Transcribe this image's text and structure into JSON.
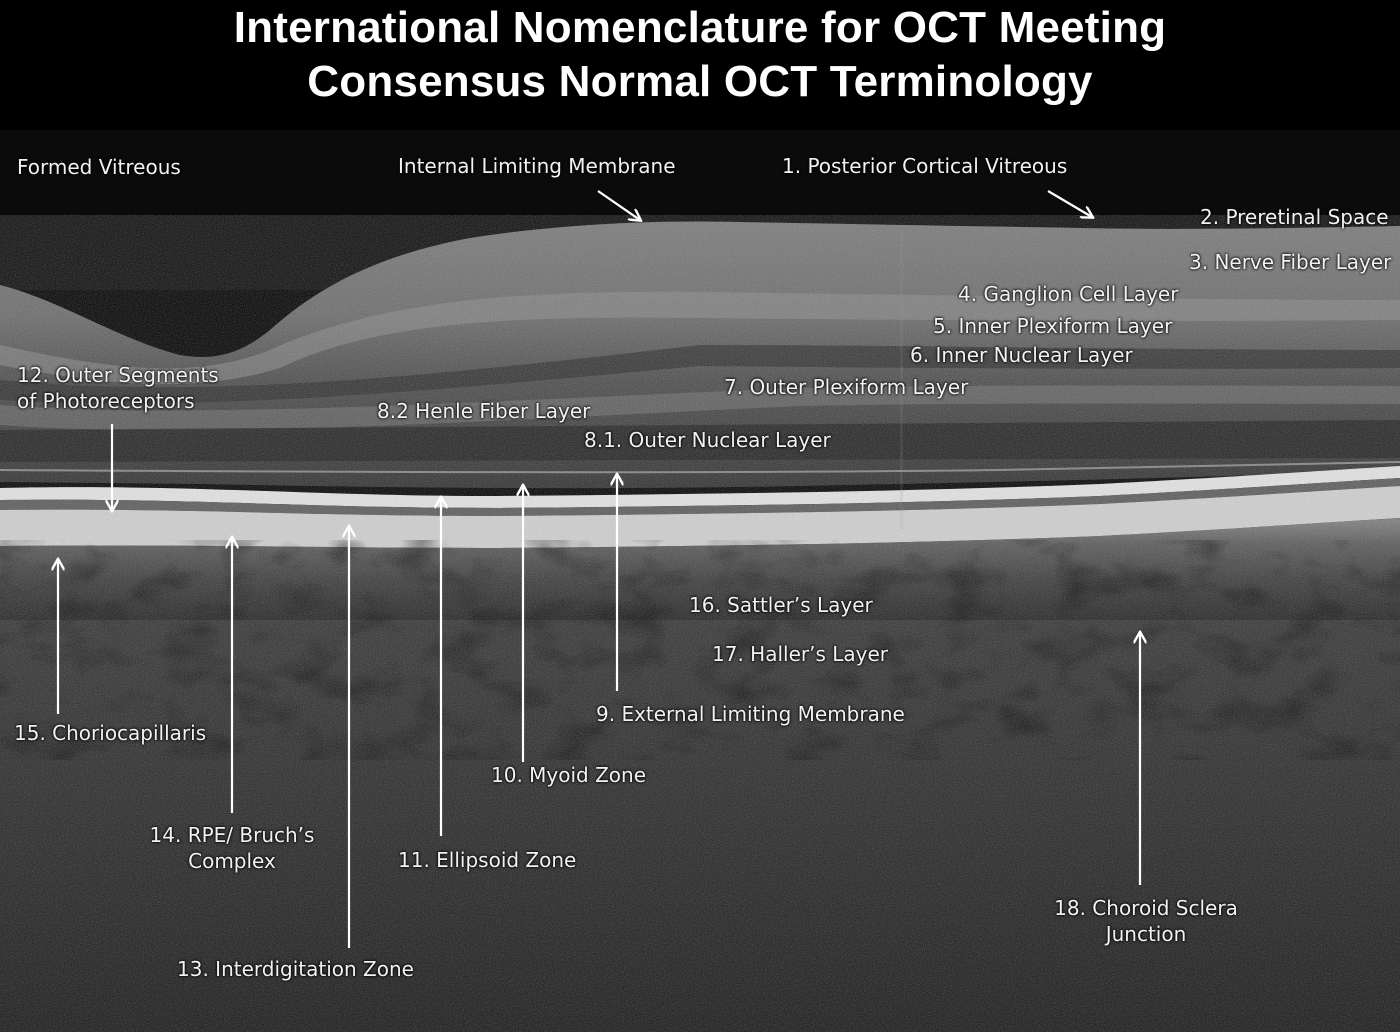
{
  "title": {
    "line1": "International Nomenclature for OCT Meeting",
    "line2": "Consensus Normal OCT Terminology"
  },
  "labels": {
    "formed_vitreous": "Formed Vitreous",
    "ilm": "Internal Limiting Membrane",
    "pcv": "1. Posterior Cortical Vitreous",
    "preretinal": "2. Preretinal Space",
    "nfl": "3. Nerve Fiber Layer",
    "gcl": "4. Ganglion Cell Layer",
    "ipl": "5. Inner Plexiform Layer",
    "inl": "6. Inner Nuclear Layer",
    "opl": "7. Outer Plexiform Layer",
    "henle": "8.2 Henle Fiber Layer",
    "onl": "8.1. Outer Nuclear Layer",
    "os_line1": "12. Outer Segments",
    "os_line2": "of Photoreceptors",
    "sattler": "16. Sattler’s Layer",
    "haller": "17. Haller’s Layer",
    "elm": "9. External Limiting Membrane",
    "choriocap": "15. Choriocapillaris",
    "myoid": "10. Myoid Zone",
    "rpe_line1": "14. RPE/ Bruch’s",
    "rpe_line2": "Complex",
    "ellipsoid": "11. Ellipsoid Zone",
    "csj_line1": "18. Choroid Sclera",
    "csj_line2": "Junction",
    "interdig": "13. Interdigitation Zone"
  },
  "colors": {
    "background": "#000000",
    "label_text": "#f2f2f2",
    "arrow": "#ffffff"
  }
}
